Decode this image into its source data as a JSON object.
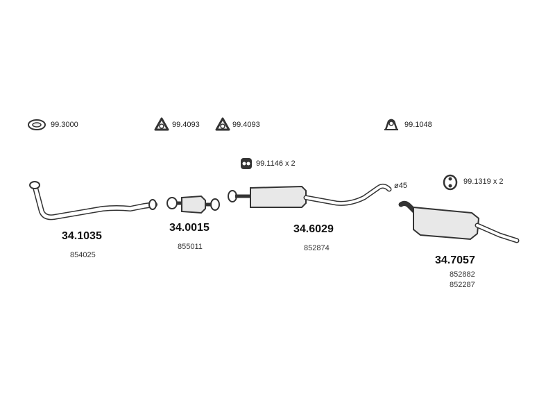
{
  "fittings": [
    {
      "code": "99.3000",
      "icon": "ring-gasket-icon"
    },
    {
      "code": "99.4093",
      "icon": "triangle-flange-gasket-icon"
    },
    {
      "code": "99.4093",
      "icon": "triangle-flange-gasket-icon"
    },
    {
      "code": "99.1048",
      "icon": "mounting-bracket-icon"
    },
    {
      "code": "99.1146 x 2",
      "icon": "rubber-hanger-icon"
    },
    {
      "code": "99.1319 x 2",
      "icon": "rubber-hanger-icon"
    }
  ],
  "parts": [
    {
      "number": "34.1035",
      "oem": [
        "854025"
      ],
      "icon": "front-pipe-icon"
    },
    {
      "number": "34.0015",
      "oem": [
        "855011"
      ],
      "icon": "catalytic-converter-icon"
    },
    {
      "number": "34.6029",
      "oem": [
        "852874"
      ],
      "icon": "middle-silencer-icon"
    },
    {
      "number": "34.7057",
      "oem": [
        "852882",
        "852287"
      ],
      "icon": "rear-silencer-icon"
    }
  ],
  "dimension": "ø45",
  "colors": {
    "line": "#333333",
    "fill": "#e8e8e8",
    "text": "#222222"
  }
}
